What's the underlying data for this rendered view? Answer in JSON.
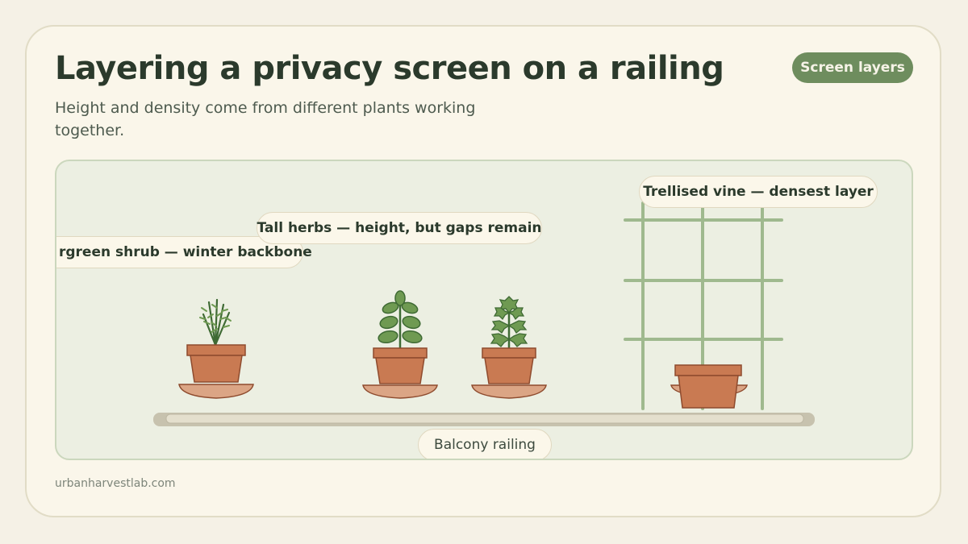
{
  "header": {
    "title": "Layering a privacy screen on a railing",
    "subtitle": "Height and density come from different plants working together.",
    "badge": "Screen layers"
  },
  "diagram": {
    "labels": {
      "shrub": "rgreen shrub — winter backbone",
      "herbs": "Tall herbs — height, but gaps remain",
      "vine": "Trellised vine — densest layer",
      "railing": "Balcony railing"
    },
    "colors": {
      "pot": "#c97a52",
      "pot_outline": "#8e4b2e",
      "saucer": "#dba585",
      "leaf": "#6f9a52",
      "leaf_outline": "#3f6a34",
      "trellis": "#9fb98e",
      "railing": "#ddd7c3",
      "panel": "#ecefe2"
    }
  },
  "footer": {
    "site": "urbanharvestlab.com"
  }
}
